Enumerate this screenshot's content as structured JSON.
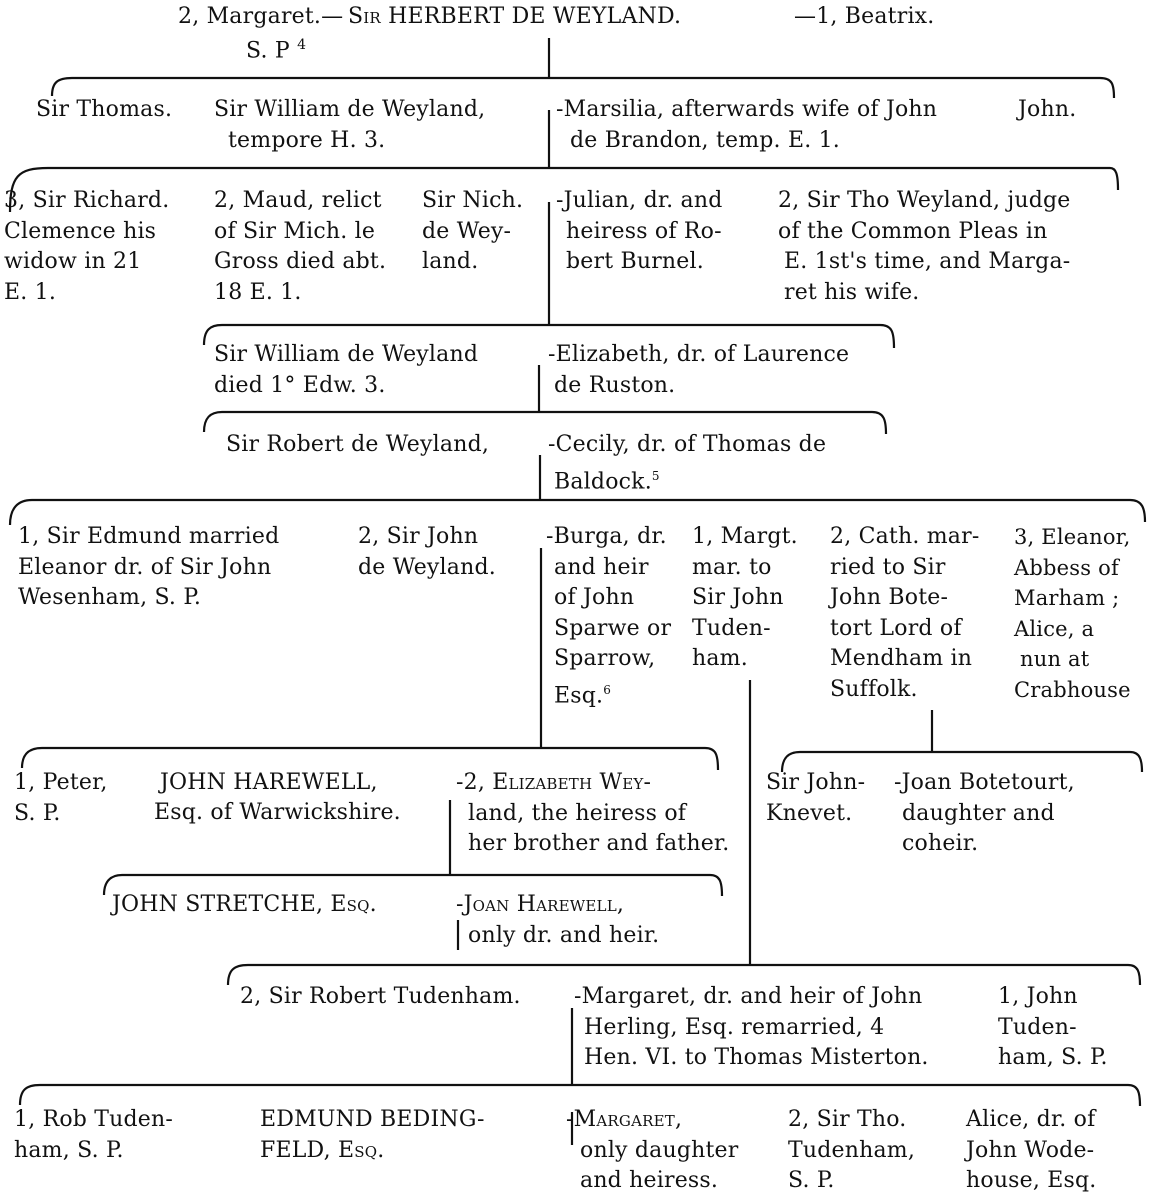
{
  "tree": {
    "g0": {
      "left_spouse": "2, Margaret.—",
      "head": "Sir HERBERT DE WEYLAND.",
      "right_spouse": "—1, Beatrix.",
      "sp_note": "S. P",
      "footnote": "4"
    },
    "g1": {
      "thomas": "Sir Thomas.",
      "william": [
        "Sir William de Weyland,",
        "tempore H. 3."
      ],
      "marsilia": [
        "-Marsilia, afterwards wife of John",
        "de Brandon, temp. E. 1."
      ],
      "john": "John."
    },
    "g2": {
      "richard": [
        "3, Sir Richard.",
        "Clemence his",
        "widow in 21",
        "E. 1."
      ],
      "maud": [
        "2, Maud, relict",
        "of Sir Mich. le",
        "Gross died abt.",
        "18 E. 1."
      ],
      "nich": [
        "Sir Nich.",
        "de Wey-",
        "land."
      ],
      "julian": [
        "-Julian, dr. and",
        "heiress of Ro-",
        "bert Burnel."
      ],
      "tho": [
        "2, Sir Tho Weyland, judge",
        "of the Common Pleas in",
        "E. 1st's time, and Marga-",
        "ret his wife."
      ]
    },
    "g3": {
      "william": [
        "Sir William de Weyland",
        "died 1° Edw. 3."
      ],
      "elizabeth": [
        "-Elizabeth, dr. of Laurence",
        "de Ruston."
      ]
    },
    "g4": {
      "robert": "Sir Robert de Weyland,",
      "cecily": [
        "-Cecily, dr. of Thomas de",
        "Baldock."
      ],
      "footnote": "5"
    },
    "g5": {
      "edmund": [
        "1, Sir Edmund married",
        "Eleanor dr. of Sir John",
        "Wesenham, S. P."
      ],
      "john": [
        "2, Sir John",
        "de Weyland."
      ],
      "burga": [
        "-Burga, dr.",
        "and heir",
        "of John",
        "Sparwe or",
        "Sparrow,",
        "Esq."
      ],
      "burga_footnote": "6",
      "margt": [
        "1, Margt.",
        "mar. to",
        "Sir John",
        "Tuden-",
        "ham."
      ],
      "cath": [
        "2, Cath. mar-",
        "ried to Sir",
        "John Bote-",
        "tort Lord of",
        "Mendham in",
        "Suffolk."
      ],
      "eleanor": [
        "3, Eleanor,",
        "Abbess of",
        "Marham ;",
        "Alice, a",
        "nun at",
        "Crabhouse"
      ]
    },
    "g6": {
      "peter": [
        "1, Peter,",
        "S. P."
      ],
      "harewell": "JOHN HAREWELL,",
      "harewell_sub": "Esq. of Warwickshire.",
      "elizabeth": [
        "-2, Elizabeth Wey-",
        "land, the heiress of",
        "her brother and father."
      ],
      "knevet": [
        "Sir John-",
        "Knevet."
      ],
      "joan": [
        "-Joan Botetourt,",
        "daughter and",
        "coheir."
      ]
    },
    "g7": {
      "stretche": "JOHN STRETCHE, Esq.",
      "joan": [
        "-Joan Harewell,",
        "only dr. and heir."
      ]
    },
    "g8": {
      "robert": "2, Sir Robert Tudenham.",
      "margaret": [
        "-Margaret, dr. and heir of John",
        "Herling, Esq. remarried, 4",
        "Hen. VI. to Thomas Misterton."
      ],
      "john": [
        "1, John",
        "Tuden-",
        "ham, S. P."
      ]
    },
    "g9": {
      "rob": [
        "1, Rob Tuden-",
        "ham, S. P."
      ],
      "edmund": [
        "EDMUND BEDING-",
        "FELD, Esq."
      ],
      "margaret": [
        "-Margaret,",
        "only daughter",
        "and heiress."
      ],
      "tho": [
        "2, Sir Tho.",
        "Tudenham,",
        "S. P."
      ],
      "alice": [
        "Alice, dr. of",
        "John Wode-",
        "house, Esq."
      ]
    }
  }
}
